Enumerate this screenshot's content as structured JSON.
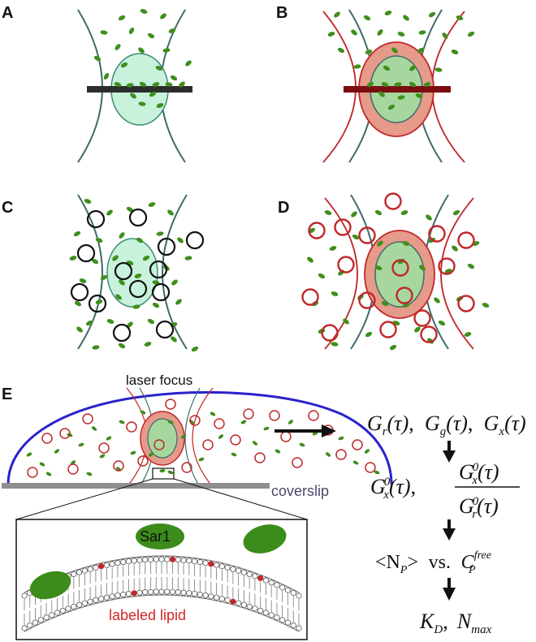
{
  "panels": {
    "a": "A",
    "b": "B",
    "c": "C",
    "d": "D",
    "e": "E"
  },
  "panel_e": {
    "laser_focus": "laser focus",
    "coverslip": "coverslip",
    "protein": "Sar1",
    "lipid": "labeled lipid"
  },
  "workflow": {
    "G": "G",
    "r": "r",
    "g": "g",
    "x": "x",
    "tau": "(τ)",
    "sep": ",",
    "zero": "0",
    "N_open": "<N",
    "P": "P",
    "N_close": ">",
    "vs": "vs.",
    "C": "C",
    "free": "free",
    "K": "K",
    "D": "D",
    "N": "N",
    "max": "max"
  },
  "colors": {
    "green_dot": "#3f8f1c",
    "focus_green": "#c8f2dc",
    "red": "#c0282a",
    "teal": "#3d6b6b",
    "blue_dome": "#2b22cc"
  }
}
